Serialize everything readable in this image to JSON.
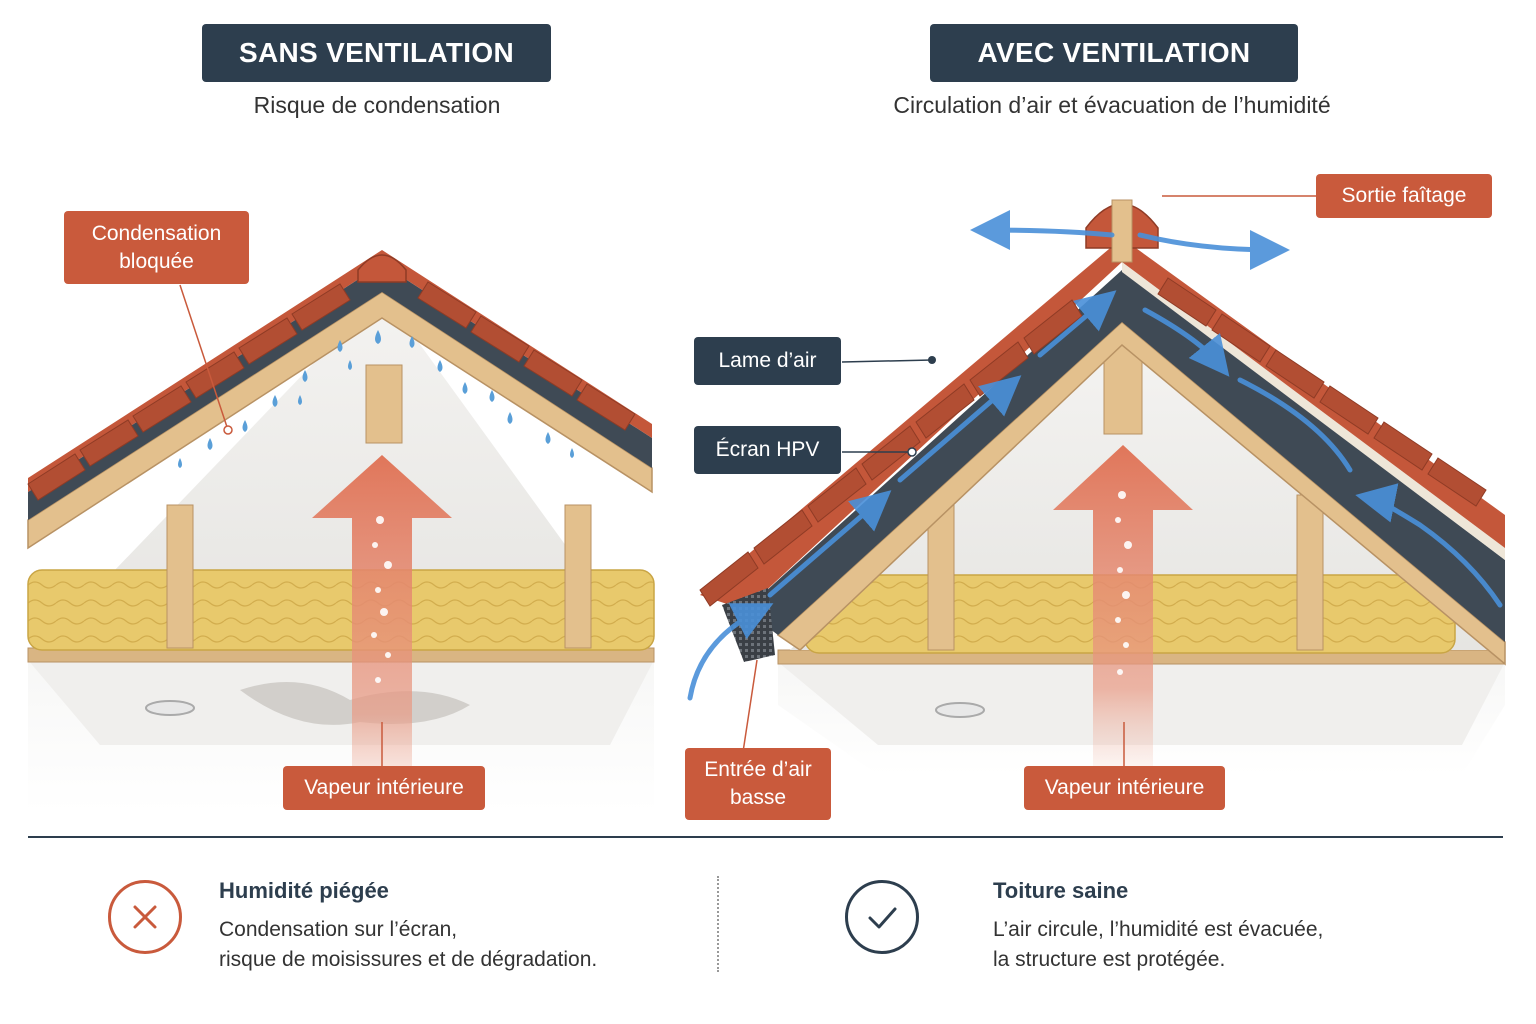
{
  "left": {
    "heading": "SANS VENTILATION",
    "subtitle": "Risque de condensation",
    "callout_condensation": [
      "Condensation",
      "bloquée"
    ],
    "callout_vapor": "Vapeur intérieure"
  },
  "right": {
    "heading": "AVEC VENTILATION",
    "subtitle": "Circulation d’air et évacuation de l’humidité",
    "callout_ridge": "Sortie faîtage",
    "callout_airgap": "Lame d’air",
    "callout_screen": "Écran HPV",
    "callout_inlet": [
      "Entrée d’air",
      "basse"
    ],
    "callout_vapor": "Vapeur intérieure"
  },
  "summary": {
    "bad": {
      "icon": "cross-icon",
      "title": "Humidité piégée",
      "lines": [
        "Condensation sur l’écran,",
        "risque de moisissures et de dégradation."
      ]
    },
    "good": {
      "icon": "check-icon",
      "title": "Toiture saine",
      "lines": [
        "L’air circule, l’humidité est évacuée,",
        "la structure est protégée."
      ]
    }
  },
  "colors": {
    "navy": "#2d3e4e",
    "accent_orange": "#c95a3c",
    "tile": "#c4573a",
    "wood": "#e3c08d",
    "insulation": "#e8c96c",
    "air_blue": "#4a90d9",
    "vapor_arrow": "#e0765a"
  }
}
